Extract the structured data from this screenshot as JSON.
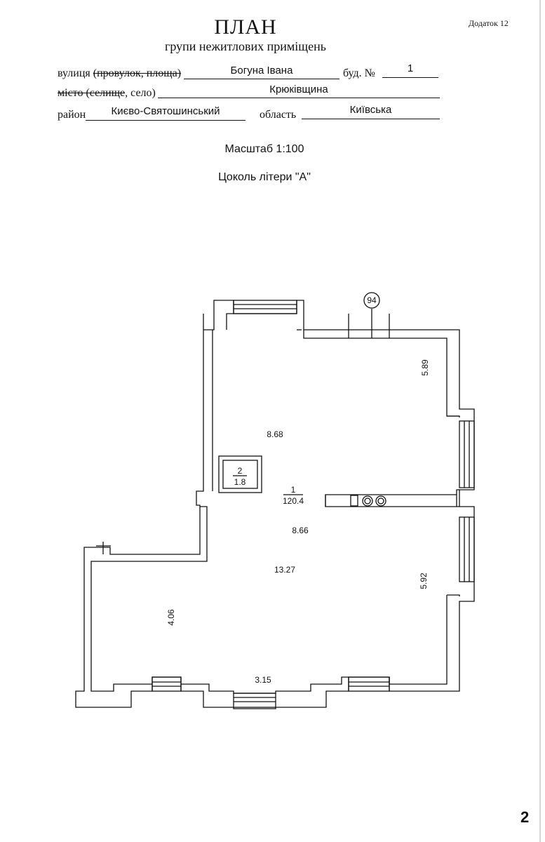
{
  "header": {
    "appendix": "Додаток 12",
    "title": "ПЛАН",
    "subtitle": "групи нежитлових приміщень"
  },
  "address": {
    "street_label": "вулиця",
    "street_label_struck": "(провулок, площа)",
    "street_value": "Богуна Івана",
    "building_label": "буд. №",
    "building_value": "1",
    "city_label_struck": "місто (селище",
    "city_label_rest": ", село)",
    "city_value": "Крюківщина",
    "district_label": "район",
    "district_value": "Києво-Святошинський",
    "region_label": "область",
    "region_value": "Київська"
  },
  "scale": "Масштаб 1:100",
  "floor_caption": "Цоколь літери \"А\"",
  "plan": {
    "marker": "94",
    "room1": {
      "number": "1",
      "area": "120.4"
    },
    "room2": {
      "number": "2",
      "area": "1.8"
    },
    "dimensions": {
      "top_width": "8.68",
      "middle_width": "8.66",
      "lower_width": "13.27",
      "right_upper": "5.89",
      "right_lower": "5.92",
      "left_lower": "4.06",
      "bottom_segment": "3.15"
    }
  },
  "page_number": "2"
}
